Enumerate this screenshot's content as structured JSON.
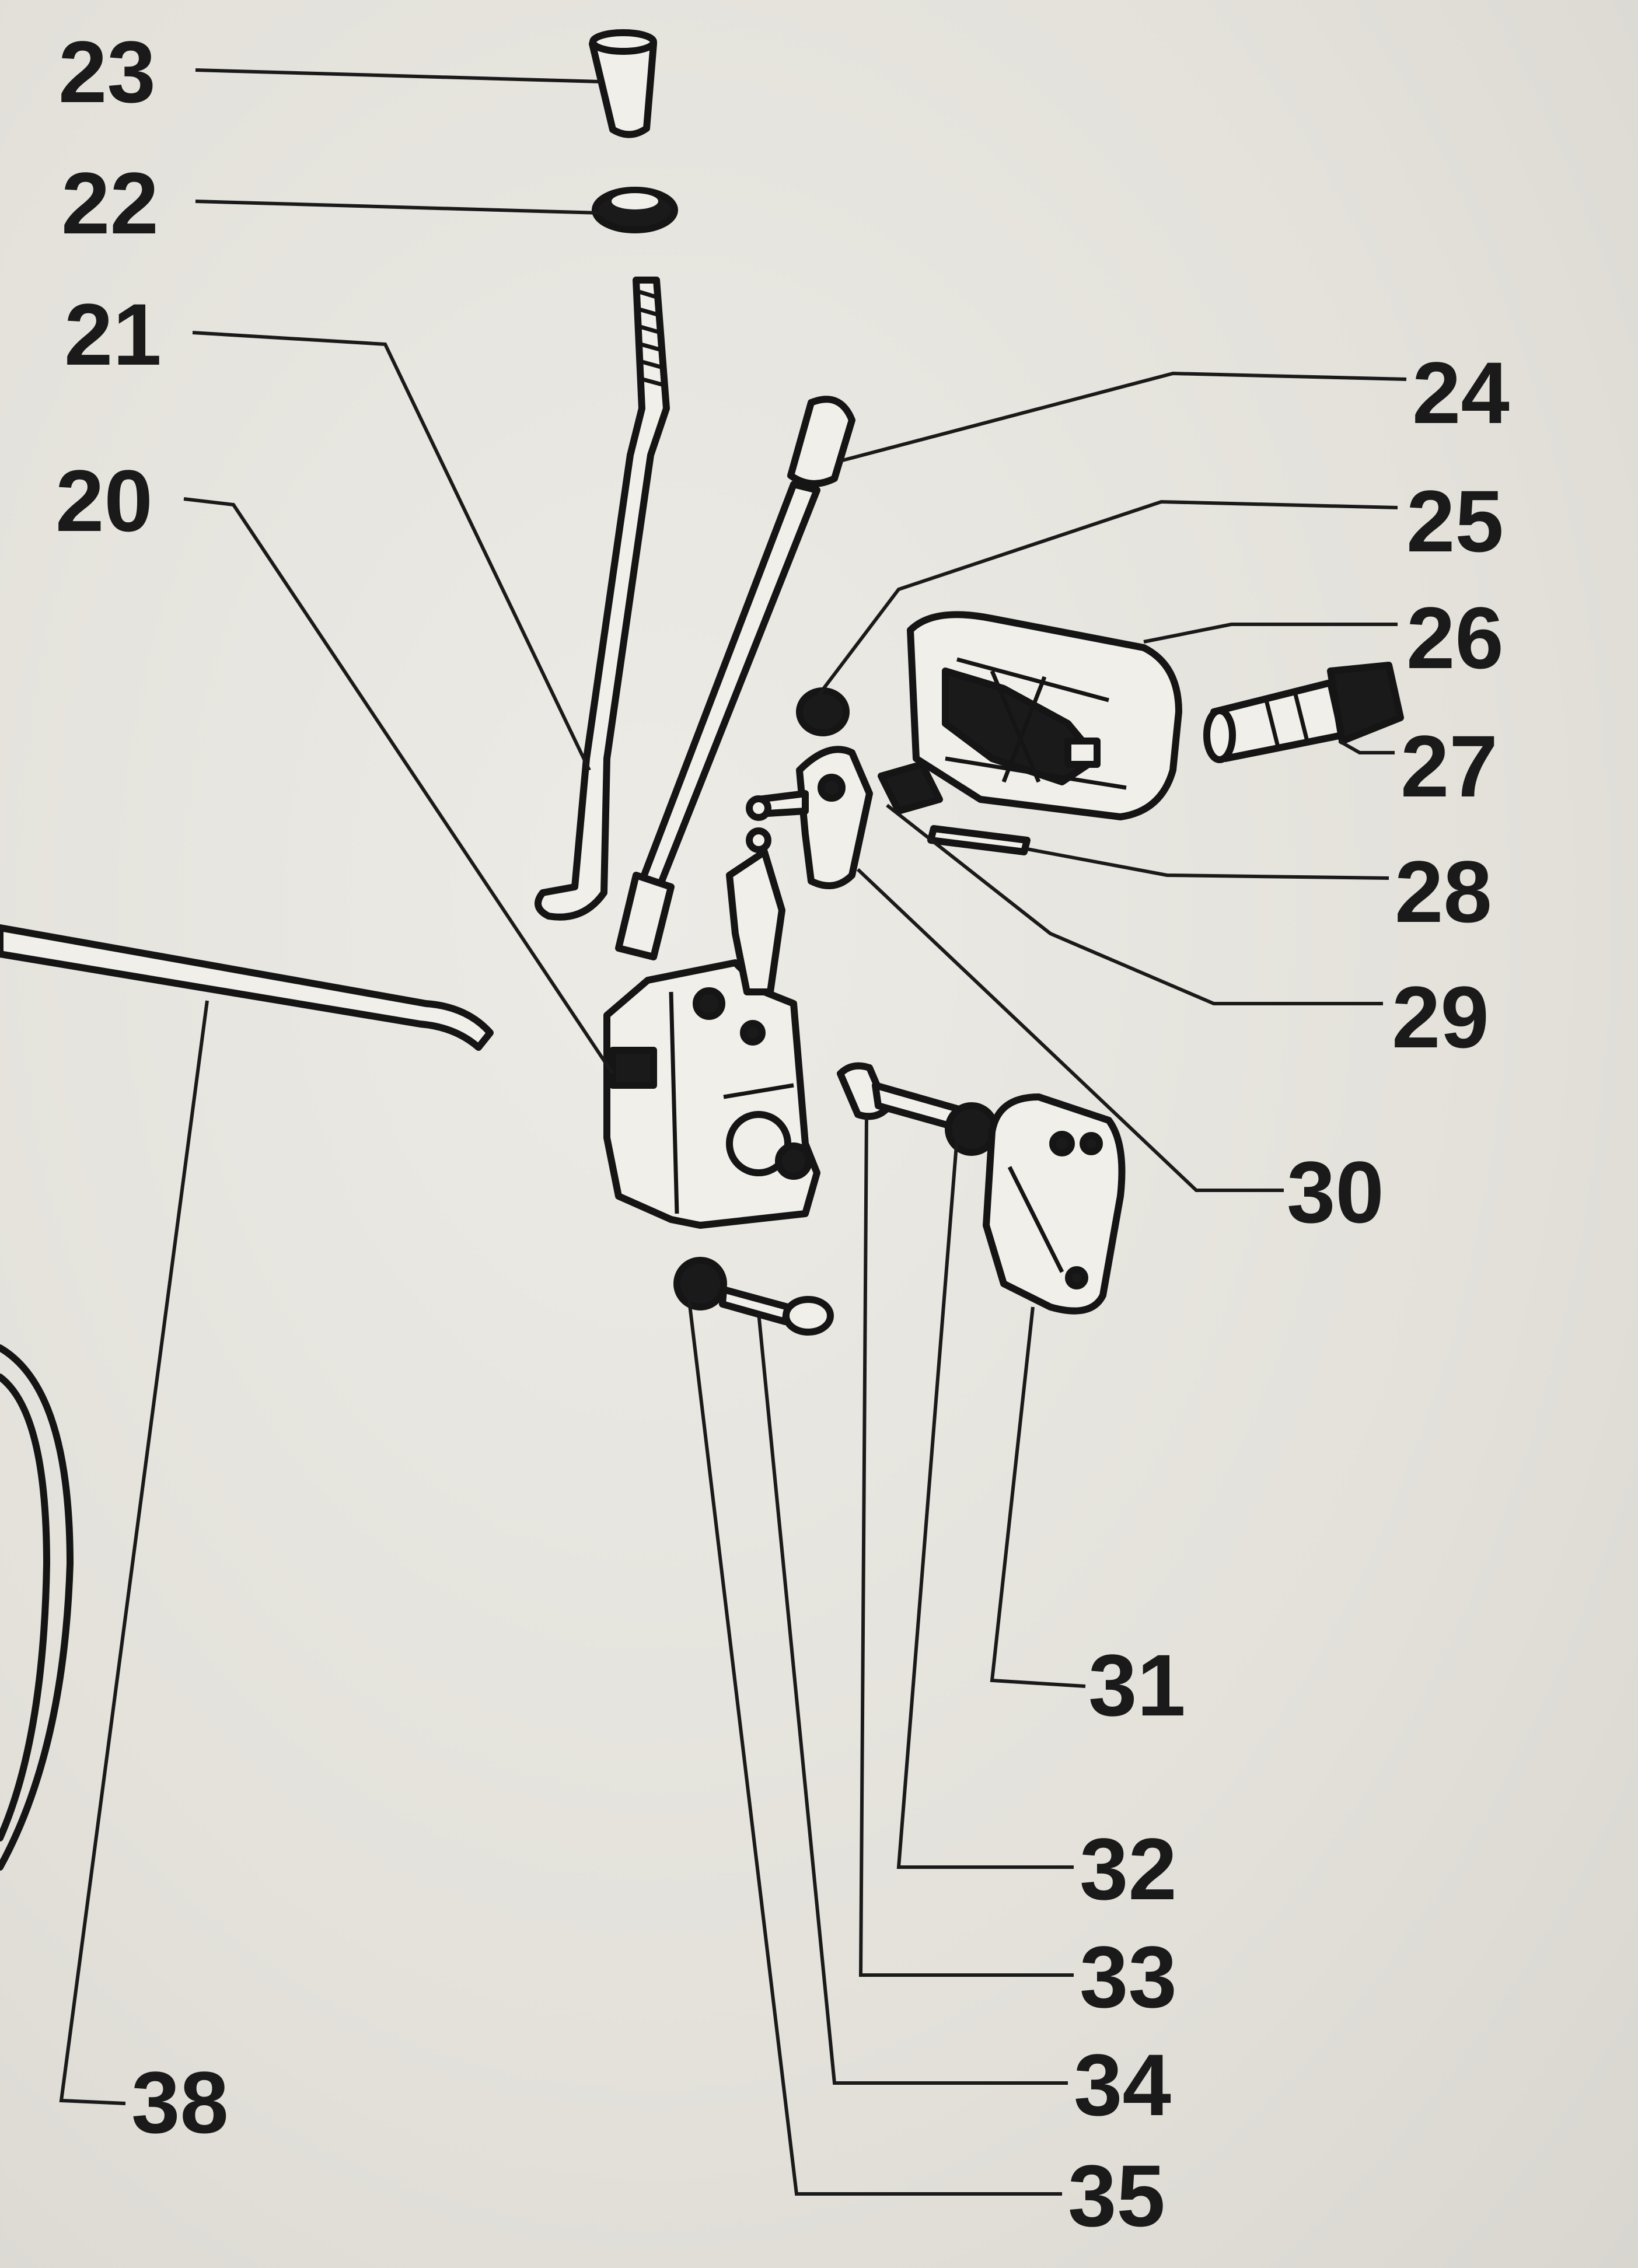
{
  "callouts": {
    "c20": "20",
    "c21": "21",
    "c22": "22",
    "c23": "23",
    "c24": "24",
    "c25": "25",
    "c26": "26",
    "c27": "27",
    "c28": "28",
    "c29": "29",
    "c30": "30",
    "c31": "31",
    "c32": "32",
    "c33": "33",
    "c34": "34",
    "c35": "35",
    "c38": "38"
  },
  "colors": {
    "ink": "#151515",
    "paper": "#e6e4de"
  }
}
